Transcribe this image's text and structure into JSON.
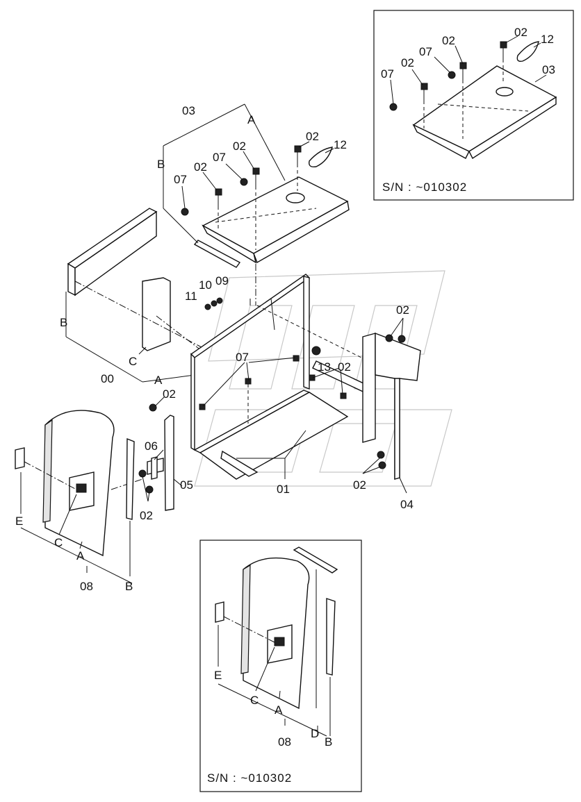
{
  "callouts": {
    "main": [
      {
        "id": "c_03",
        "text": "03"
      },
      {
        "id": "c_A1",
        "text": "A"
      },
      {
        "id": "c_B1",
        "text": "B"
      },
      {
        "id": "c_07a",
        "text": "07"
      },
      {
        "id": "c_02a",
        "text": "02"
      },
      {
        "id": "c_07b",
        "text": "07"
      },
      {
        "id": "c_02b",
        "text": "02"
      },
      {
        "id": "c_02c",
        "text": "02"
      },
      {
        "id": "c_12",
        "text": "12"
      },
      {
        "id": "c_11",
        "text": "11"
      },
      {
        "id": "c_10",
        "text": "10"
      },
      {
        "id": "c_09",
        "text": "09"
      },
      {
        "id": "c_B2",
        "text": "B"
      },
      {
        "id": "c_C1",
        "text": "C"
      },
      {
        "id": "c_00",
        "text": "00"
      },
      {
        "id": "c_A2",
        "text": "A"
      },
      {
        "id": "c_07c",
        "text": "07"
      },
      {
        "id": "c_13",
        "text": "13"
      },
      {
        "id": "c_02d",
        "text": "02"
      },
      {
        "id": "c_02e",
        "text": "02"
      },
      {
        "id": "c_02f",
        "text": "02"
      },
      {
        "id": "c_06",
        "text": "06"
      },
      {
        "id": "c_05",
        "text": "05"
      },
      {
        "id": "c_02g",
        "text": "02"
      },
      {
        "id": "c_01",
        "text": "01"
      },
      {
        "id": "c_02h",
        "text": "02"
      },
      {
        "id": "c_04",
        "text": "04"
      },
      {
        "id": "c_E1",
        "text": "E"
      },
      {
        "id": "c_C2",
        "text": "C"
      },
      {
        "id": "c_A3",
        "text": "A"
      },
      {
        "id": "c_08",
        "text": "08"
      },
      {
        "id": "c_B3",
        "text": "B"
      }
    ],
    "inset_top": [
      {
        "id": "t_02a",
        "text": "02"
      },
      {
        "id": "t_12",
        "text": "12"
      },
      {
        "id": "t_02b",
        "text": "02"
      },
      {
        "id": "t_07a",
        "text": "07"
      },
      {
        "id": "t_03",
        "text": "03"
      },
      {
        "id": "t_02c",
        "text": "02"
      },
      {
        "id": "t_07b",
        "text": "07"
      }
    ],
    "inset_bottom": [
      {
        "id": "b_E",
        "text": "E"
      },
      {
        "id": "b_C",
        "text": "C"
      },
      {
        "id": "b_A",
        "text": "A"
      },
      {
        "id": "b_D",
        "text": "D"
      },
      {
        "id": "b_08",
        "text": "08"
      },
      {
        "id": "b_B",
        "text": "B"
      }
    ]
  },
  "insets": {
    "top_serial": "S/N :  ~010302",
    "bottom_serial": "S/N :  ~010302"
  }
}
